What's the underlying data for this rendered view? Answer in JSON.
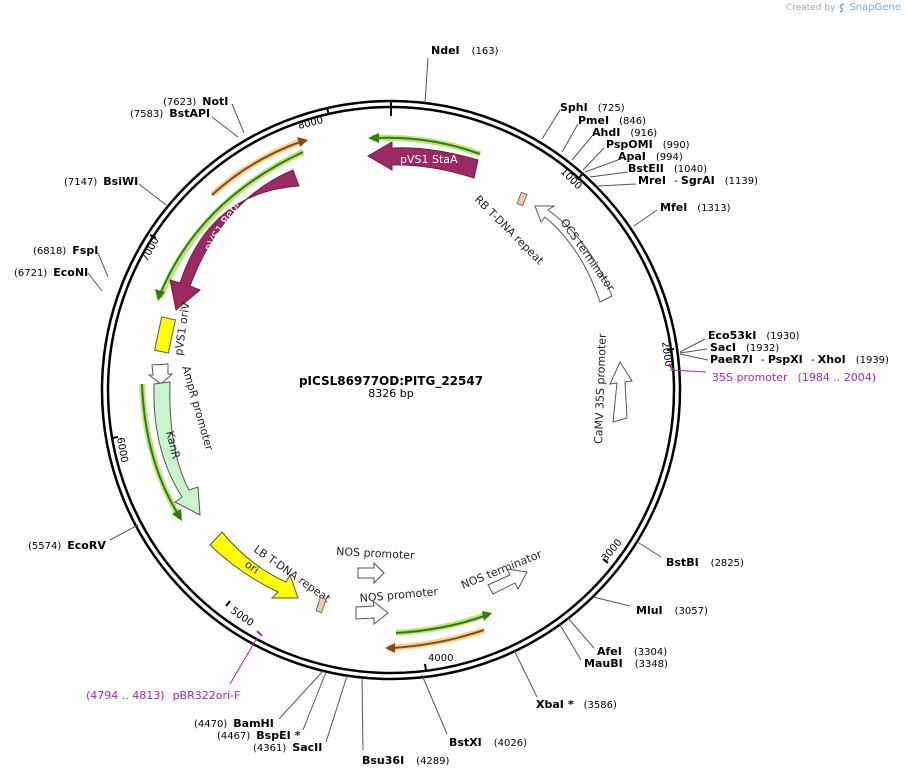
{
  "watermark": {
    "created_by": "Created by",
    "brand": "SnapGene"
  },
  "plasmid": {
    "name": "pICSL86977OD:PITG_22547",
    "length_label": "8326 bp"
  },
  "colors": {
    "backbone": "#000000",
    "repA": "#9b2a62",
    "ori": "#ffff00",
    "kanR": "#c8f5cc",
    "border": "#f2c9a5",
    "primer": "#a228c5",
    "green_arrow": "#2f7d0e",
    "orange_arrow": "#8a4b12"
  },
  "ticks": [
    "1000",
    "2000",
    "3000",
    "4000",
    "5000",
    "6000",
    "7000",
    "8000"
  ],
  "sites": {
    "ndei": {
      "name": "NdeI",
      "pos": "(163)"
    },
    "sphi": {
      "name": "SphI",
      "pos": "(725)"
    },
    "pmei": {
      "name": "PmeI",
      "pos": "(846)"
    },
    "ahdi": {
      "name": "AhdI",
      "pos": "(916)"
    },
    "pspomi": {
      "name": "PspOMI",
      "pos": "(990)"
    },
    "apai": {
      "name": "ApaI",
      "pos": "(994)"
    },
    "bsteii": {
      "name": "BstEII",
      "pos": "(1040)"
    },
    "mrei": {
      "name": "MreI",
      "sep": "-",
      "name2": "SgrAI",
      "pos": "(1139)"
    },
    "mfei": {
      "name": "MfeI",
      "pos": "(1313)"
    },
    "eco53ki": {
      "name": "Eco53kI",
      "pos": "(1930)"
    },
    "saci": {
      "name": "SacI",
      "pos": "(1932)"
    },
    "paer7i": {
      "name": "PaeR7I",
      "sep": "-",
      "name2": "PspXI",
      "sep2": "-",
      "name3": "XhoI",
      "pos": "(1939)"
    },
    "bstbi": {
      "name": "BstBI",
      "pos": "(2825)"
    },
    "mlui": {
      "name": "MluI",
      "pos": "(3057)"
    },
    "afei": {
      "name": "AfeI",
      "pos": "(3304)"
    },
    "maubi": {
      "name": "MauBI",
      "pos": "(3348)"
    },
    "xbai": {
      "name": "XbaI",
      "star": "*",
      "pos": "(3586)"
    },
    "bstxi": {
      "name": "BstXI",
      "pos": "(4026)"
    },
    "bsu36i": {
      "name": "Bsu36I",
      "pos": "(4289)"
    },
    "sacii": {
      "name": "SacII",
      "pos": "(4361)"
    },
    "bspei": {
      "name": "BspEI",
      "star": "*",
      "pos": "(4467)"
    },
    "bamhi": {
      "name": "BamHI",
      "pos": "(4470)"
    },
    "ecorv": {
      "name": "EcoRV",
      "pos": "(5574)"
    },
    "econi": {
      "name": "EcoNI",
      "pos": "(6721)"
    },
    "fspi": {
      "name": "FspI",
      "pos": "(6818)"
    },
    "bsiwi": {
      "name": "BsiWI",
      "pos": "(7147)"
    },
    "bstapi": {
      "name": "BstAPI",
      "pos": "(7583)"
    },
    "noti": {
      "name": "NotI",
      "pos": "(7623)"
    }
  },
  "primers": {
    "p35s": {
      "name": "35S promoter",
      "pos": "(1984 .. 2004)"
    },
    "pbr322": {
      "name": "pBR322ori-F",
      "pos": "(4794 .. 4813)"
    }
  },
  "features": {
    "pvs1_staa": "pVS1 StaA",
    "pvs1_repa": "pVS1 RepA",
    "rb_tdna": "RB T-DNA repeat",
    "ocs_terminator": "OCS terminator",
    "camv_35s": "CaMV 35S promoter",
    "pvs1_oriv": "pVS1 oriV",
    "ampr_promoter": "AmpR promoter",
    "kanr": "KanR",
    "lb_tdna": "LB T-DNA repeat",
    "ori": "ori",
    "nos_promoter_1": "NOS promoter",
    "nos_promoter_2": "NOS promoter",
    "nos_terminator": "NOS terminator"
  }
}
